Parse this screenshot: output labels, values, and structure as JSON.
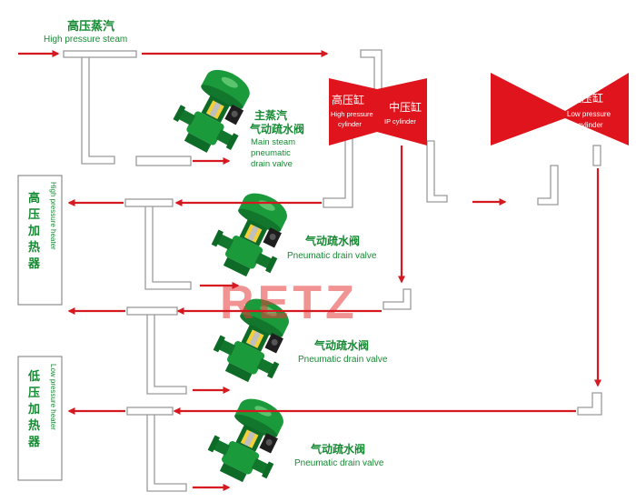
{
  "title": {
    "cn": "高压蒸汽",
    "en": "High pressure steam"
  },
  "cylinders": {
    "hp": {
      "cn": "高压缸",
      "en1": "High pressure",
      "en2": "cylinder"
    },
    "ip": {
      "cn": "中压缸",
      "en": "IP cylinder"
    },
    "lp": {
      "cn": "低压缸",
      "en1": "Low pressure",
      "en2": "cylinder"
    }
  },
  "valves": {
    "main": {
      "cn1": "主蒸汽",
      "cn2": "气动疏水阀",
      "en1": "Main steam",
      "en2": "pneumatic",
      "en3": "drain valve"
    },
    "v2": {
      "cn": "气动疏水阀",
      "en": "Pneumatic drain valve"
    },
    "v3": {
      "cn": "气动疏水阀",
      "en": "Pneumatic drain valve"
    },
    "v4": {
      "cn": "气动疏水阀",
      "en": "Pneumatic drain valve"
    }
  },
  "heaters": {
    "hp": {
      "cn": "高压加热器",
      "en": "High pressure heater"
    },
    "lp": {
      "cn": "低压加热器",
      "en": "Low pressure heater"
    }
  },
  "watermark": "RETZ",
  "colors": {
    "arrow": "#d61820",
    "cylinder": "#e0141c",
    "label": "#178a34",
    "valve": "#1a9a3a",
    "watermark": "#e83a3a"
  }
}
